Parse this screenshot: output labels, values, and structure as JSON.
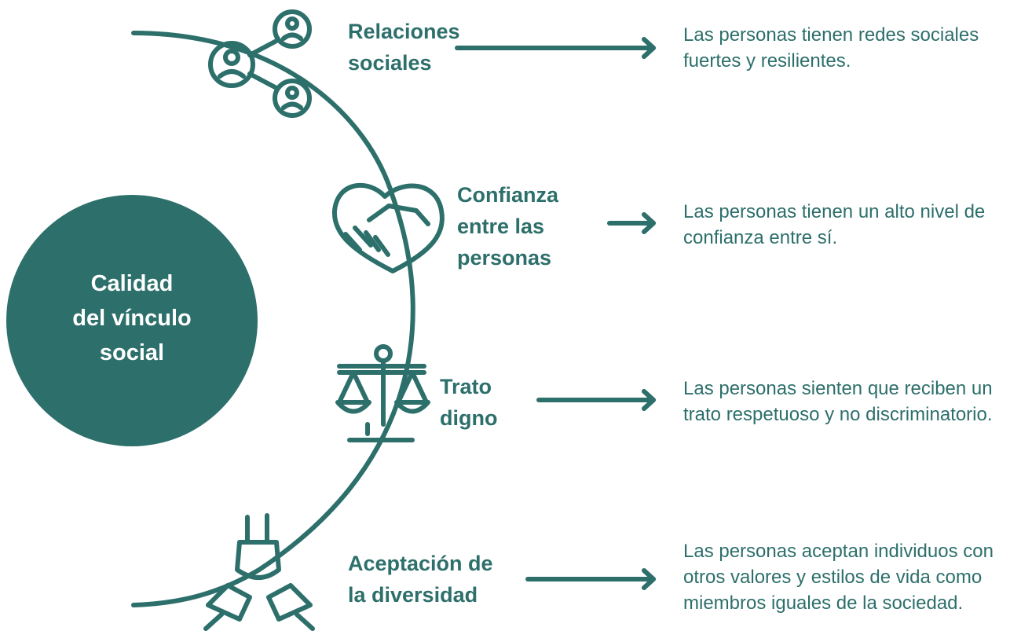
{
  "center": {
    "line1": "Calidad",
    "line2": "del vínculo",
    "line3": "social"
  },
  "colors": {
    "primary": "#2d6f6b",
    "background": "#ffffff"
  },
  "items": [
    {
      "icon": "social-network-icon",
      "label_lines": [
        "Relaciones",
        "sociales"
      ],
      "desc_lines": [
        "Las personas tienen redes sociales",
        "fuertes y resilientes."
      ]
    },
    {
      "icon": "heart-handshake-icon",
      "label_lines": [
        "Confianza",
        "entre las",
        "personas"
      ],
      "desc_lines": [
        "Las personas tienen un alto nivel de",
        "confianza entre sí."
      ]
    },
    {
      "icon": "justice-scale-icon",
      "label_lines": [
        "Trato",
        "digno"
      ],
      "desc_lines": [
        "Las personas sienten que reciben un",
        "trato respetuoso y no discriminatorio."
      ]
    },
    {
      "icon": "united-hands-icon",
      "label_lines": [
        "Aceptación de",
        "la diversidad"
      ],
      "desc_lines": [
        "Las personas aceptan individuos con",
        "otros valores y estilos de vida como",
        "miembros iguales de la sociedad."
      ]
    }
  ]
}
